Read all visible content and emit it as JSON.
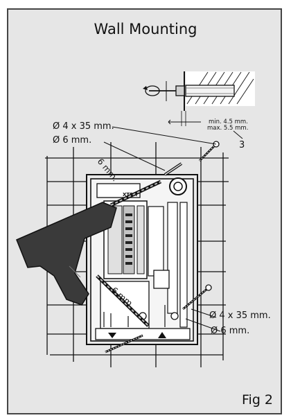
{
  "title": "Wall Mounting",
  "figure_label": "Fig 2",
  "callouts": {
    "top_screw": "Ø 4 x 35 mm.",
    "top_drill": "Ø 6 mm.",
    "bottom_screw": "Ø 4 x 35 mm.",
    "bottom_drill": "Ø 6 mm.",
    "drill_bit_upper": "6 mm.",
    "drill_bit_lower": "6 mm.",
    "plug_min": "min. 4.5 mm.",
    "plug_max": "max. 5.5 mm.",
    "step_number": "3"
  },
  "brand_mark": "XTRA"
}
